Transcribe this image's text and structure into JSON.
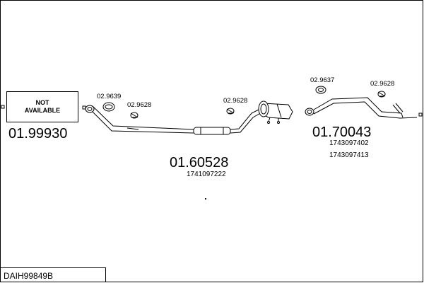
{
  "parts": {
    "not_available": {
      "line1": "NOT",
      "line2": "AVAILABLE",
      "number": "01.99930"
    },
    "front_pipe": {
      "number": "01.60528",
      "oe": "1741097222"
    },
    "rear_silencer": {
      "number": "01.70043",
      "oe1": "1743097402",
      "oe2": "1743097413"
    }
  },
  "accessories": {
    "ring_left": "02.9639",
    "clamp_left": "02.9628",
    "clamp_mid": "02.9628",
    "gasket_right": "02.9637",
    "clamp_right": "02.9628"
  },
  "footer": {
    "code": "DAIH99849B"
  }
}
